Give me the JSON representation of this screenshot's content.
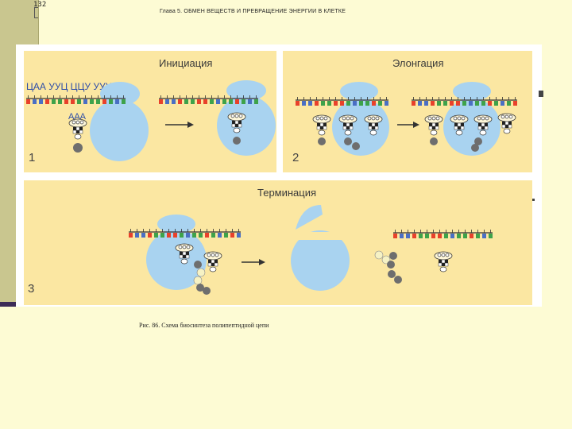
{
  "page": {
    "number": "132",
    "chapter_header": "Глава 5.   ОБМЕН ВЕЩЕСТВ И ПРЕВРАЩЕНИЕ ЭНЕРГИИ В КЛЕТКЕ"
  },
  "figure": {
    "caption": "Рис. 86. Схема биосинтеза полипептидной цепи",
    "panels": [
      {
        "number": "1",
        "title": "Инициация"
      },
      {
        "number": "2",
        "title": "Элонгация"
      },
      {
        "number": "3",
        "title": "Терминация"
      }
    ],
    "mrna_label": "ЦАА УУЦ ЦЦУ УУУ",
    "anticodon_label": "ААА"
  },
  "colors": {
    "background": "#fdfbd4",
    "panel": "#fbe7a2",
    "ribosome": "#a9d3f0",
    "codon_red": "#e8412b",
    "codon_blue": "#4a6fc4",
    "codon_green": "#3ea24a",
    "amino_acid": "#6e6e6e"
  }
}
